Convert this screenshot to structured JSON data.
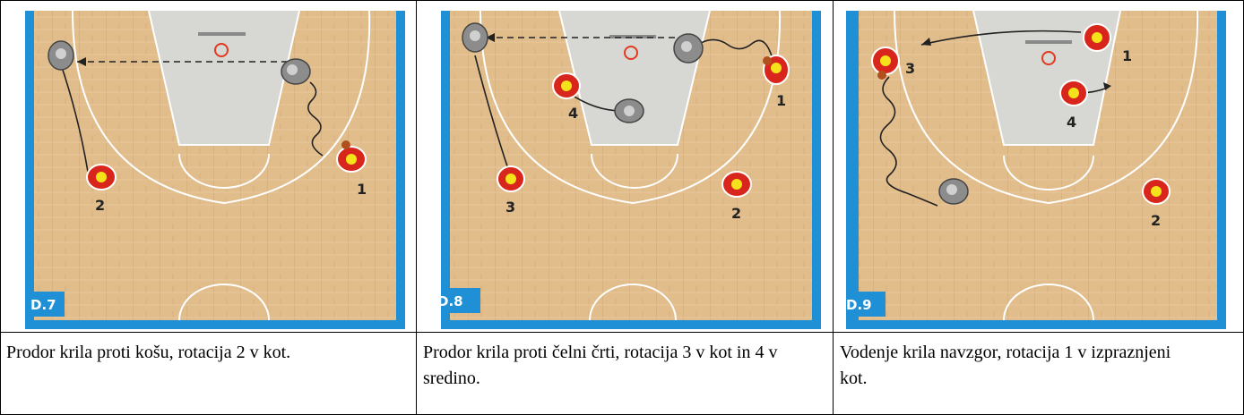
{
  "diagrams": [
    {
      "tag": "D.7",
      "numbers": [
        "2",
        "1"
      ],
      "caption": "Prodor krila proti košu, rotacija 2 v kot."
    },
    {
      "tag": "D.8",
      "numbers": [
        "4",
        "3",
        "2",
        "1"
      ],
      "caption": "Prodor krila proti čelni črti, rotacija 3 v kot in 4 v sredino."
    },
    {
      "tag": "D.9",
      "numbers": [
        "3",
        "1",
        "4",
        "2"
      ],
      "caption": "Vodenje krila navzgor, rotacija 1 v izpraznjeni kot."
    }
  ],
  "colors": {
    "frame_blue": "#1f8fd6",
    "floor": "#e2bd8c",
    "lane": "#d7d7d3",
    "offense_red": "#d9261c",
    "ball_yellow": "#f4e21a",
    "defense_gray": "#8c8c8c"
  }
}
